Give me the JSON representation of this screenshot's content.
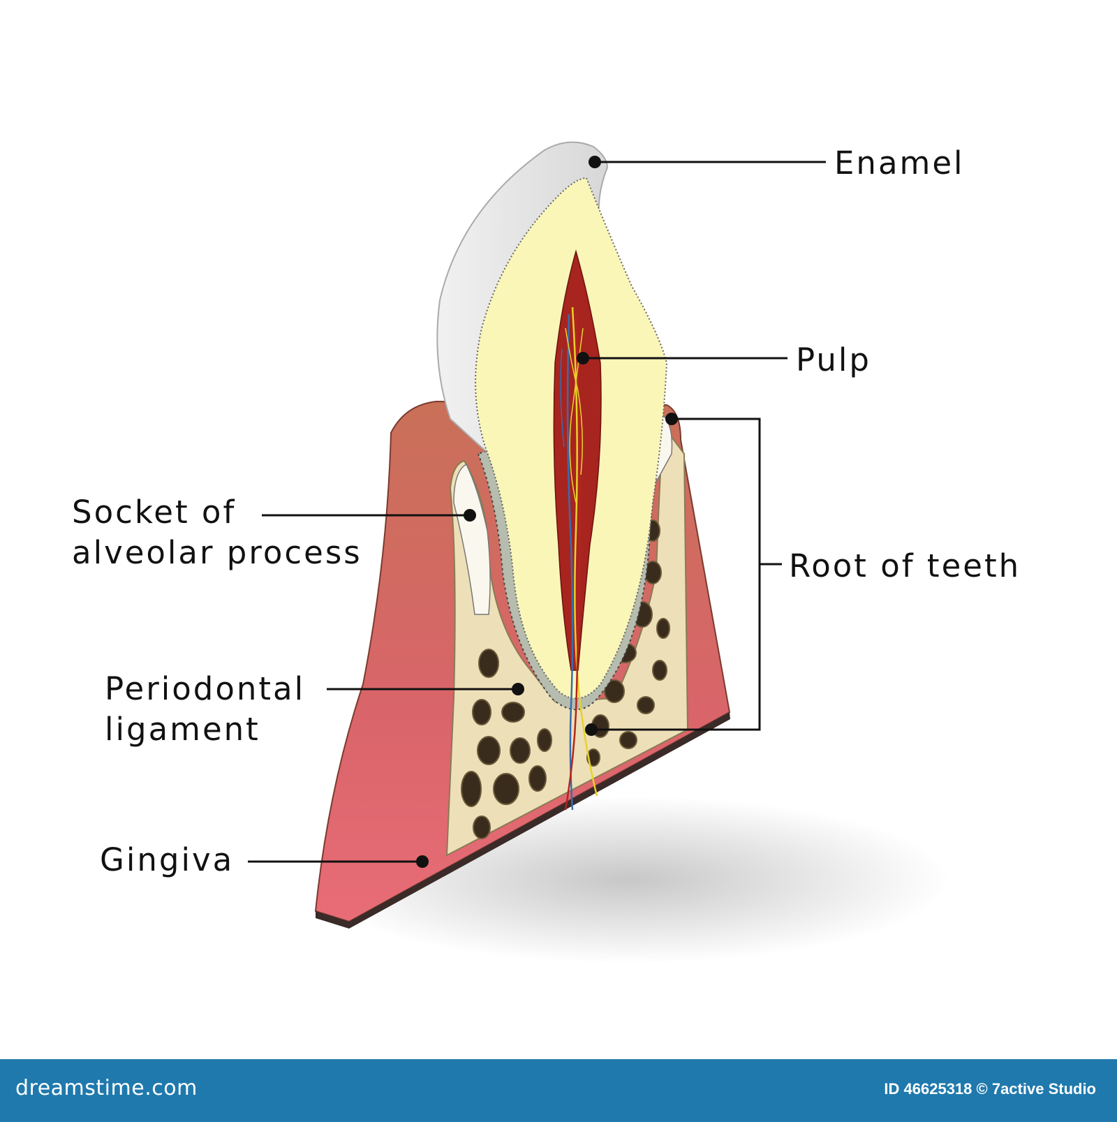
{
  "labels": {
    "enamel": "Enamel",
    "pulp": "Pulp",
    "socket": [
      "Socket of",
      "alveolar process"
    ],
    "root": "Root of teeth",
    "periodontal": [
      "Periodontal",
      "ligament"
    ],
    "gingiva": "Gingiva"
  },
  "footer": {
    "brand": "dreamstime.com",
    "credit": "ID 46625318 © 7active Studio"
  },
  "colors": {
    "gum": "#e2737a",
    "enamel": "#e2e2e2",
    "dentin": "#faf6b8",
    "pulp": "#a8241f",
    "bone": "#ede0b8",
    "footer": "#1f79ad"
  }
}
